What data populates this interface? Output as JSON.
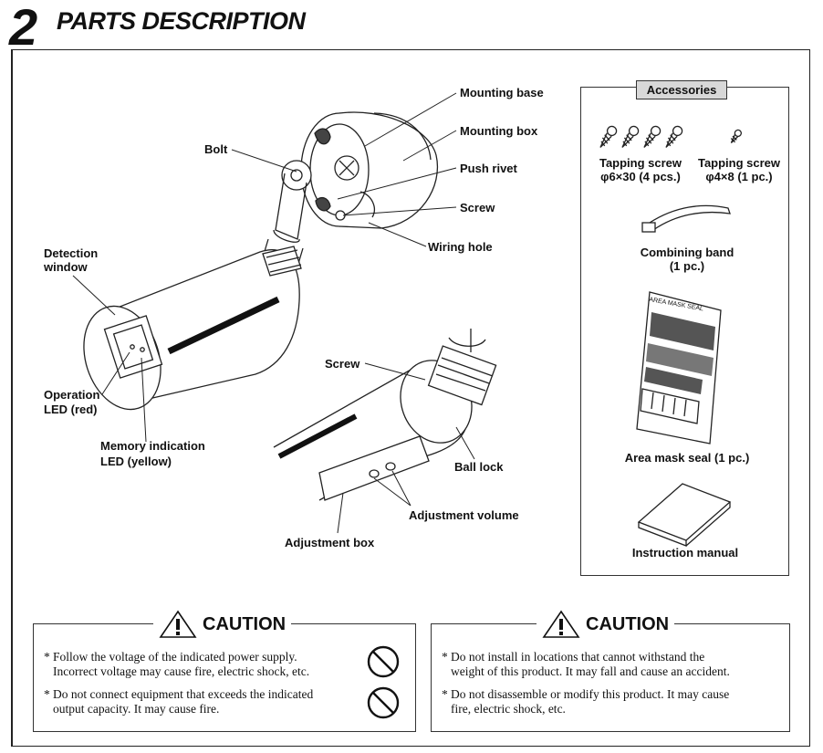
{
  "header": {
    "number": "2",
    "title": "PARTS DESCRIPTION"
  },
  "labels": {
    "mounting_base": "Mounting base",
    "mounting_box": "Mounting box",
    "bolt": "Bolt",
    "push_rivet": "Push rivet",
    "screw_top": "Screw",
    "wiring_hole": "Wiring hole",
    "detection_window_1": "Detection",
    "detection_window_2": "window",
    "operation_led_1": "Operation",
    "operation_led_2": "LED (red)",
    "memory_led_1": "Memory indication",
    "memory_led_2": "LED (yellow)",
    "screw_lower": "Screw",
    "ball_lock": "Ball lock",
    "adjustment_volume": "Adjustment volume",
    "adjustment_box": "Adjustment box"
  },
  "accessories": {
    "title": "Accessories",
    "tapping_screw_large_1": "Tapping screw",
    "tapping_screw_large_2": "φ6×30 (4 pcs.)",
    "tapping_screw_small_1": "Tapping screw",
    "tapping_screw_small_2": "φ4×8 (1 pc.)",
    "combining_band_1": "Combining band",
    "combining_band_2": "(1 pc.)",
    "area_mask_seal": "Area mask seal  (1 pc.)",
    "seal_card_title": "AREA MASK SEAL",
    "instruction_manual": "Instruction manual"
  },
  "cautions": [
    {
      "heading": "CAUTION",
      "items": [
        {
          "mark": "*",
          "line1": "Follow the voltage of the indicated power supply.",
          "line2": "Incorrect voltage may cause fire, electric shock, etc."
        },
        {
          "mark": "*",
          "line1": "Do not connect equipment that exceeds the indicated",
          "line2": "output capacity. It may cause fire."
        }
      ]
    },
    {
      "heading": "CAUTION",
      "items": [
        {
          "mark": "*",
          "line1": "Do not install in locations that cannot withstand the",
          "line2": "weight of this product. It may fall and cause an accident."
        },
        {
          "mark": "*",
          "line1": "Do not disassemble or modify this product. It may cause",
          "line2": "fire, electric shock, etc."
        }
      ]
    }
  ]
}
